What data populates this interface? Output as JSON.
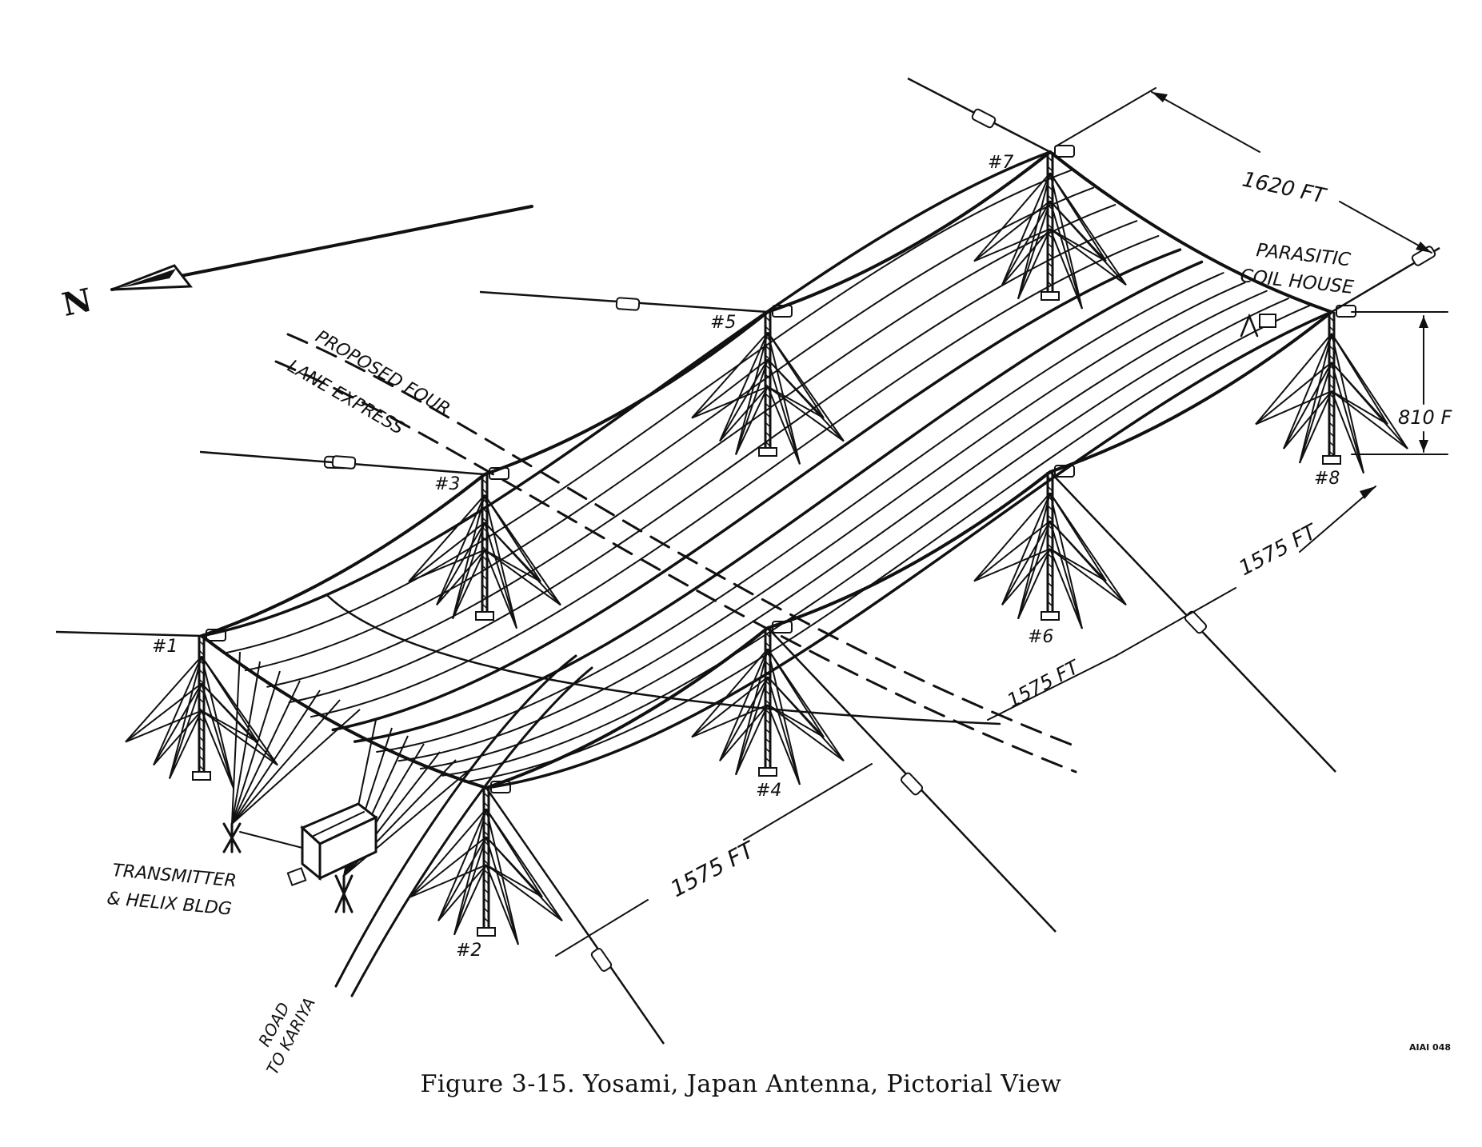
{
  "caption": "Figure 3-15.   Yosami, Japan Antenna, Pictorial View",
  "figure_id": "AIAI 048",
  "north_label": "N",
  "labels": {
    "parasitic_1": "PARASITIC",
    "parasitic_2": "COIL HOUSE",
    "highway_1": "PROPOSED FOUR",
    "highway_2": "LANE EXPRESS",
    "transmitter_1": "TRANSMITTER",
    "transmitter_2": "& HELIX BLDG",
    "road_1": "ROAD",
    "road_2": "TO KARIYA"
  },
  "dimensions": {
    "d1620": "1620 FT",
    "d810": "810 F",
    "d1575_a": "1575 FT",
    "d1575_b": "1575 FT",
    "d1575_c": "1575 FT"
  },
  "towers": [
    {
      "label": "#1"
    },
    {
      "label": "#2"
    },
    {
      "label": "#3"
    },
    {
      "label": "#4"
    },
    {
      "label": "#5"
    },
    {
      "label": "#6"
    },
    {
      "label": "#7"
    },
    {
      "label": "#8"
    }
  ]
}
